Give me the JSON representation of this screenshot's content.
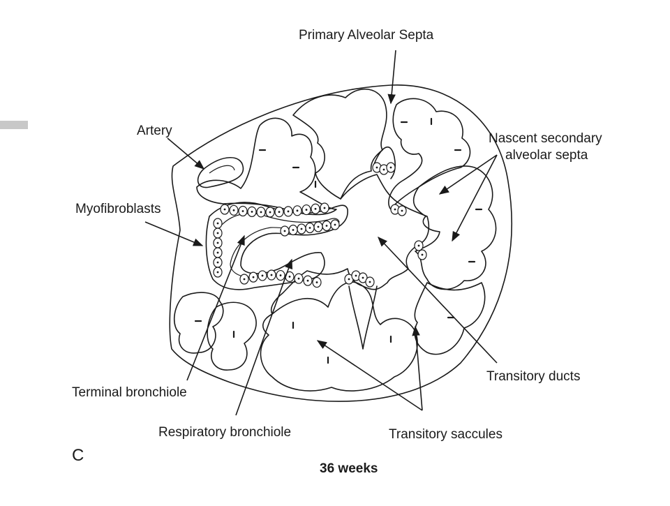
{
  "figure": {
    "panel_letter": "C",
    "caption": "36 weeks",
    "labels": {
      "primary_alveolar_septa": "Primary Alveolar Septa",
      "artery": "Artery",
      "nascent_line1": "Nascent secondary",
      "nascent_line2": "alveolar septa",
      "myofibroblasts": "Myofibroblasts",
      "terminal_bronchiole": "Terminal bronchiole",
      "respiratory_bronchiole": "Respiratory bronchiole",
      "transitory_ducts": "Transitory ducts",
      "transitory_saccules": "Transitory saccules"
    }
  },
  "colors": {
    "ink": "#1a1a1a",
    "background": "#ffffff",
    "side_mark": "#c8c8c8"
  }
}
